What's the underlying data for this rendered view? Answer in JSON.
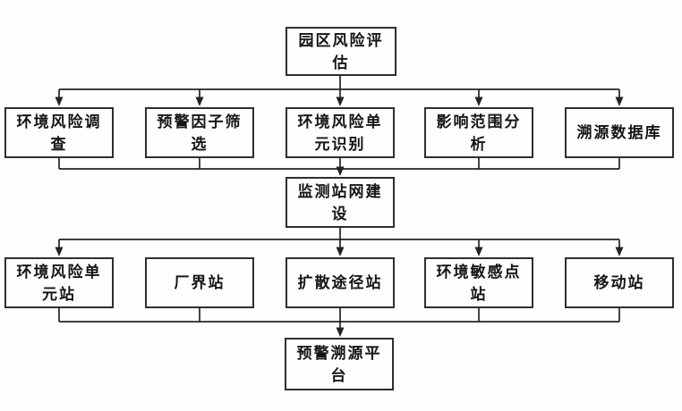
{
  "colors": {
    "background": "#fefefe",
    "line": "#232323",
    "box_border": "#2e2e2e",
    "text": "#151515"
  },
  "diagram": {
    "type": "flowchart",
    "top": {
      "label": "园区风险评\n估"
    },
    "row2": [
      {
        "label": "环境风险调\n查"
      },
      {
        "label": "预警因子筛\n选"
      },
      {
        "label": "环境风险单\n元识别"
      },
      {
        "label": "影响范围分\n析"
      },
      {
        "label": "溯源数据库"
      }
    ],
    "mid": {
      "label": "监测站网建\n设"
    },
    "row3": [
      {
        "label": "环境风险单\n元站"
      },
      {
        "label": "厂界站"
      },
      {
        "label": "扩散途径站"
      },
      {
        "label": "环境敏感点\n站"
      },
      {
        "label": "移动站"
      }
    ],
    "bottom": {
      "label": "预警溯源平\n台"
    }
  }
}
